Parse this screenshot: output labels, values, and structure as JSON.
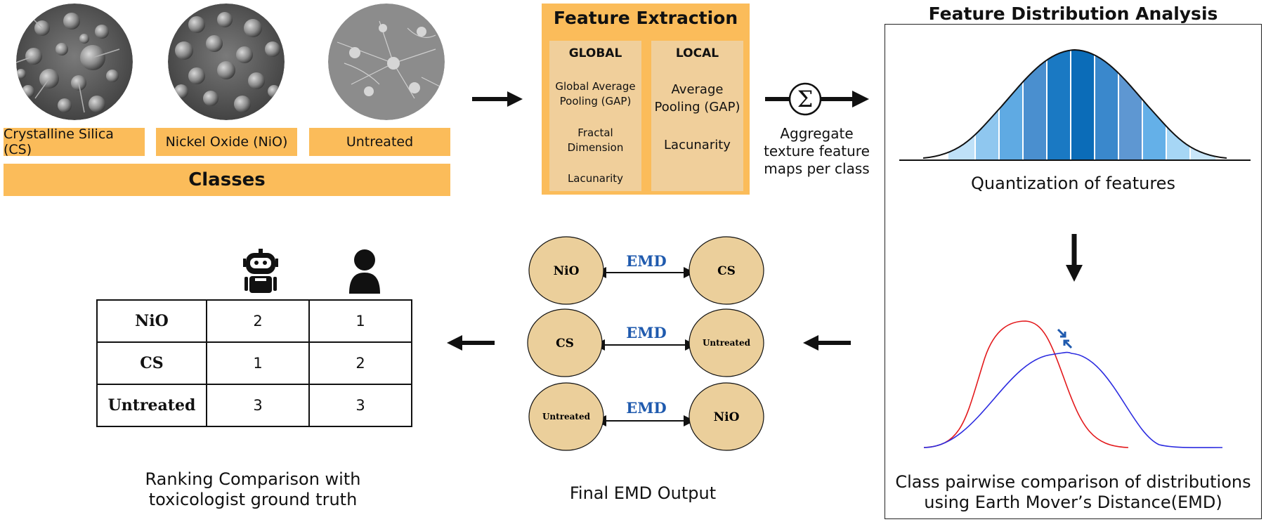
{
  "classes": {
    "items": [
      {
        "label": "Crystalline Silica (CS)"
      },
      {
        "label": "Nickel Oxide (NiO)"
      },
      {
        "label": "Untreated"
      }
    ],
    "title": "Classes"
  },
  "feature_extraction": {
    "title": "Feature Extraction",
    "global": {
      "header": "GLOBAL",
      "items": [
        "Global Average Pooling (GAP)",
        "Fractal Dimension",
        "Lacunarity"
      ]
    },
    "local": {
      "header": "LOCAL",
      "items": [
        "Average Pooling (GAP)",
        "Lacunarity"
      ]
    }
  },
  "aggregate": {
    "symbol": "Σ",
    "caption": "Aggregate texture feature maps per class"
  },
  "distribution_analysis": {
    "title": "Feature Distribution Analysis",
    "quantization_caption": "Quantization of features",
    "emd_caption": "Class pairwise comparison of distributions using Earth Mover’s Distance(EMD)"
  },
  "emd_output": {
    "pairs": [
      {
        "left": "NiO",
        "right": "CS",
        "label": "EMD"
      },
      {
        "left": "CS",
        "right": "Untreated",
        "label": "EMD"
      },
      {
        "left": "Untreated",
        "right": "NiO",
        "label": "EMD"
      }
    ],
    "caption": "Final EMD Output"
  },
  "ranking": {
    "columns": [
      "robot-icon",
      "person-icon"
    ],
    "rows": [
      {
        "label": "NiO",
        "model": "2",
        "expert": "1"
      },
      {
        "label": "CS",
        "model": "1",
        "expert": "2"
      },
      {
        "label": "Untreated",
        "model": "3",
        "expert": "3"
      }
    ],
    "caption": "Ranking Comparison with toxicologist ground truth"
  },
  "colors": {
    "orange": "#FBBC5A",
    "light_orange": "#F0CF9B",
    "node_fill": "#EBCF9B",
    "emd_blue": "#1F5AAE",
    "curve_red": "#E3191C",
    "curve_blue": "#2B2BE0"
  }
}
